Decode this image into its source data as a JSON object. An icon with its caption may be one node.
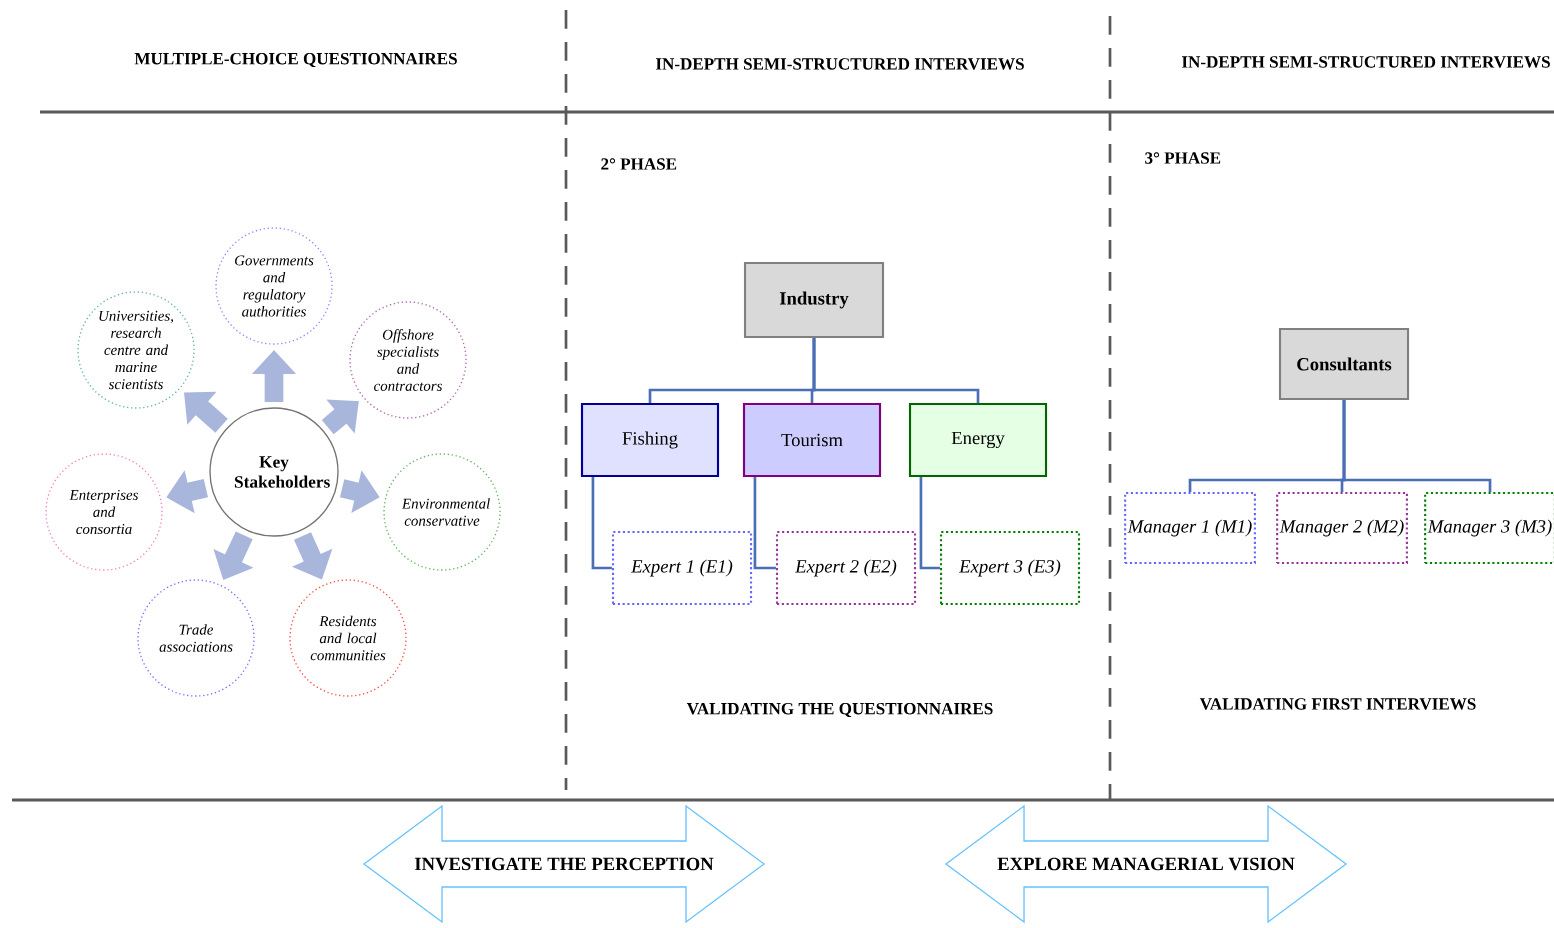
{
  "diagram": {
    "nodes": [
      {
        "text": [
          "Key Stakeholders"
        ]
      },
      {
        "text": [
          "Governments and regulatory authorities"
        ]
      },
      {
        "text": [
          "Offshore specialists and contractors"
        ]
      },
      {
        "text": [
          "Environmental conservative"
        ]
      },
      {
        "text": [
          "Residents and local communities"
        ]
      },
      {
        "text": [
          "Trade associations"
        ]
      },
      {
        "text": [
          "Enterprises and consortia"
        ]
      },
      {
        "text": [
          "Universities, research centre and marine scientists"
        ]
      },
      {
        "text": [
          "Industry"
        ]
      },
      {
        "text": [
          "Fishing"
        ]
      },
      {
        "text": [
          "Tourism"
        ]
      },
      {
        "text": [
          "Energy"
        ]
      },
      {
        "text": [
          "Expert 1 (E1)"
        ]
      },
      {
        "text": [
          "Expert 2 (E2)"
        ]
      },
      {
        "text": [
          "Expert 3 (E3)"
        ]
      },
      {
        "text": [
          "Consultants"
        ]
      },
      {
        "text": [
          "Manager 1 (M1)"
        ]
      },
      {
        "text": [
          "Manager 2 (M2)"
        ]
      },
      {
        "text": [
          "Manager 3 (M3)"
        ]
      },
      {
        "text": [
          "INVESTIGATE THE PERCEPTION"
        ]
      },
      {
        "text": [
          "EXPLORE MANAGERIAL VISION"
        ]
      }
    ],
    "edges": [
      {
        "from": 0,
        "to": 1,
        "arrow": "to",
        "style": "thick",
        "color": "#a9b6dc"
      },
      {
        "from": 0,
        "to": 2,
        "arrow": "to",
        "style": "thick",
        "color": "#a9b6dc"
      },
      {
        "from": 0,
        "to": 3,
        "arrow": "to",
        "style": "thick",
        "color": "#a9b6dc"
      },
      {
        "from": 0,
        "to": 4,
        "arrow": "to",
        "style": "thick",
        "color": "#a9b6dc"
      },
      {
        "from": 0,
        "to": 5,
        "arrow": "to",
        "style": "thick",
        "color": "#a9b6dc"
      },
      {
        "from": 0,
        "to": 6,
        "arrow": "to",
        "style": "thick",
        "color": "#a9b6dc"
      },
      {
        "from": 0,
        "to": 7,
        "arrow": "to",
        "style": "thick",
        "color": "#a9b6dc"
      },
      {
        "from": 8,
        "to": 9,
        "arrow": "none"
      },
      {
        "from": 8,
        "to": 10,
        "arrow": "none"
      },
      {
        "from": 8,
        "to": 11,
        "arrow": "none"
      },
      {
        "from": 9,
        "to": 12,
        "arrow": "none"
      },
      {
        "from": 10,
        "to": 13,
        "arrow": "none"
      },
      {
        "from": 11,
        "to": 14,
        "arrow": "none"
      },
      {
        "from": 15,
        "to": 16,
        "arrow": "none"
      },
      {
        "from": 15,
        "to": 17,
        "arrow": "none"
      },
      {
        "from": 15,
        "to": 18,
        "arrow": "none"
      }
    ],
    "labels": [
      "MULTIPLE-CHOICE QUESTIONNAIRES",
      "IN-DEPTH SEMI-STRUCTURED INTERVIEWS",
      "IN-DEPTH SEMI-STRUCTURED INTERVIEWS",
      "2° PHASE",
      "3° PHASE",
      "VALIDATING THE QUESTIONNAIRES",
      "VALIDATING FIRST INTERVIEWS"
    ]
  }
}
